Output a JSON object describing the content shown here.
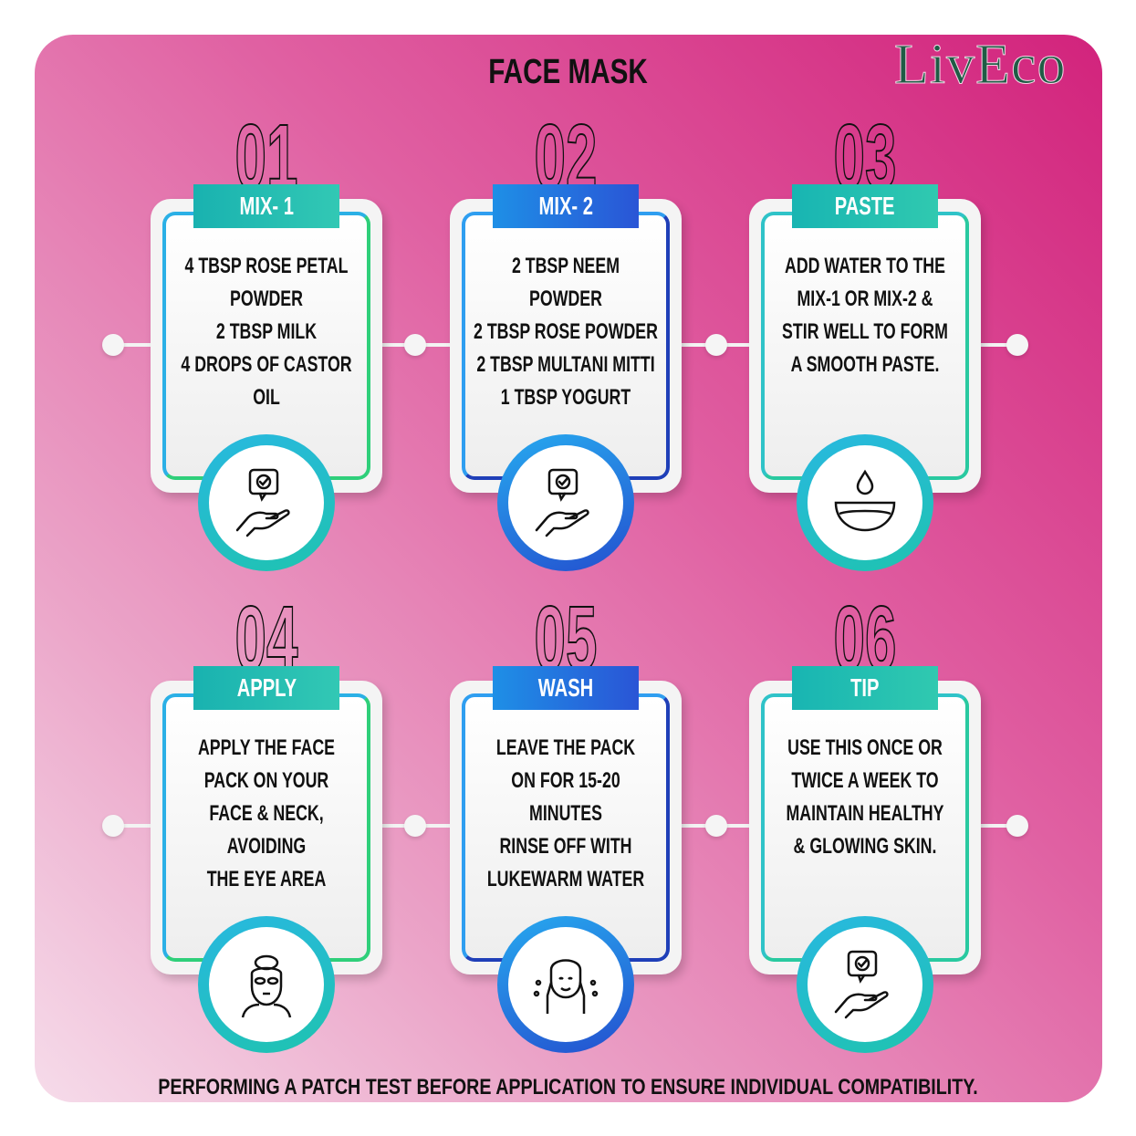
{
  "title": "FACE MASK",
  "logo": "LivEco",
  "steps": [
    {
      "number": "01",
      "label": "MIX- 1",
      "text": "4 TBSP ROSE PETAL\nPOWDER\n2 TBSP MILK\n4 DROPS OF CASTOR\nOIL",
      "icon": "hand-check-icon"
    },
    {
      "number": "02",
      "label": "MIX- 2",
      "text": "2 TBSP NEEM\nPOWDER\n2 TBSP ROSE POWDER\n2 TBSP MULTANI MITTI\n1 TBSP YOGURT",
      "icon": "hand-check-icon"
    },
    {
      "number": "03",
      "label": "PASTE",
      "text": "ADD WATER TO THE\nMIX-1 OR MIX-2 &\nSTIR WELL TO FORM\nA SMOOTH PASTE.",
      "icon": "bowl-drop-icon"
    },
    {
      "number": "04",
      "label": "APPLY",
      "text": "APPLY THE FACE\nPACK ON YOUR\nFACE & NECK,\nAVOIDING\nTHE EYE AREA",
      "icon": "face-mask-icon"
    },
    {
      "number": "05",
      "label": "WASH",
      "text": "LEAVE THE PACK\nON FOR 15-20\nMINUTES\nRINSE OFF WITH\nLUKEWARM WATER",
      "icon": "face-wash-icon"
    },
    {
      "number": "06",
      "label": "TIP",
      "text": "USE THIS ONCE OR\nTWICE A WEEK TO\nMAINTAIN HEALTHY\n& GLOWING SKIN.",
      "icon": "hand-check-icon"
    }
  ],
  "footer": "PERFORMING A PATCH TEST BEFORE APPLICATION TO ENSURE INDIVIDUAL COMPATIBILITY."
}
